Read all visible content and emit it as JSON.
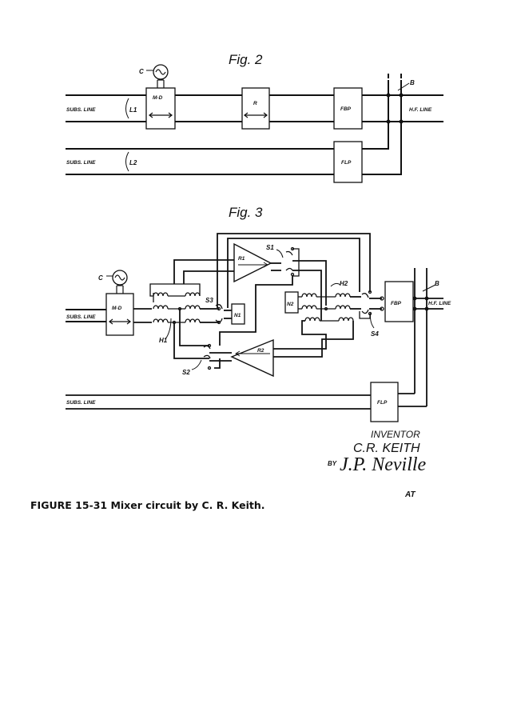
{
  "fig2": {
    "title": "Fig. 2",
    "labels": {
      "subs_line_1": "SUBS. LINE",
      "subs_line_2": "SUBS. LINE",
      "l1": "L1",
      "l2": "L2",
      "c": "C",
      "md": "M-D",
      "r": "R",
      "fbp": "FBP",
      "flp": "FLP",
      "b": "B",
      "hf_line": "H.F. LINE"
    }
  },
  "fig3": {
    "title": "Fig. 3",
    "labels": {
      "subs_line_1": "SUBS. LINE",
      "subs_line_2": "SUBS. LINE",
      "c": "C",
      "md": "M-D",
      "r1": "R1",
      "r2": "R2",
      "s1": "S1",
      "s2": "S2",
      "s3": "S3",
      "s4": "S4",
      "h1": "H1",
      "h2": "H2",
      "n1": "N1",
      "n2": "N2",
      "fbp": "FBP",
      "flp": "FLP",
      "b": "B",
      "hf_line": "H.F. LINE"
    }
  },
  "signature": {
    "inventor_label": "INVENTOR",
    "inventor_name": "C.R. KEITH",
    "by": "BY",
    "attorney_signature": "J.P. Neville",
    "attorney_label": "AT"
  },
  "caption": "FIGURE 15-31 Mixer circuit by C. R. Keith."
}
